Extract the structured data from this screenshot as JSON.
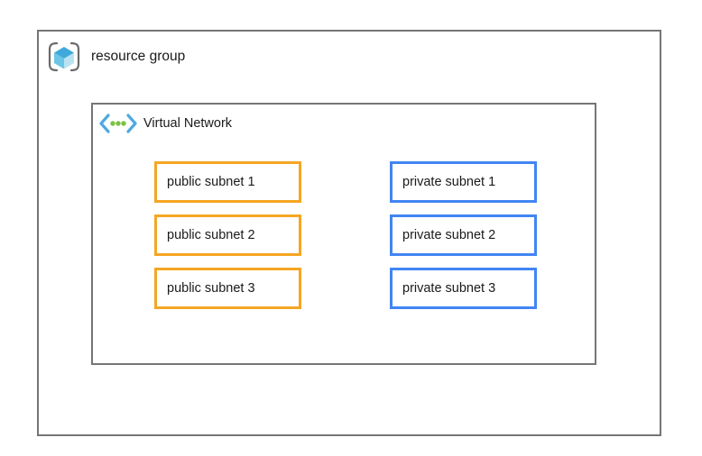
{
  "diagram": {
    "background": "#ffffff",
    "resource_group": {
      "label": "resource group",
      "icon": "resource-group-cube-icon",
      "border_color": "#757575",
      "virtual_network": {
        "label": "Virtual Network",
        "icon": "virtual-network-chevron-dots-icon",
        "border_color": "#757575",
        "subnet_rows": [
          {
            "public": {
              "label": "public subnet 1",
              "border_color": "#F5A623"
            },
            "private": {
              "label": "private subnet 1",
              "border_color": "#4285F4"
            }
          },
          {
            "public": {
              "label": "public subnet 2",
              "border_color": "#F5A623"
            },
            "private": {
              "label": "private subnet 2",
              "border_color": "#4285F4"
            }
          },
          {
            "public": {
              "label": "public subnet 3",
              "border_color": "#F5A623"
            },
            "private": {
              "label": "private subnet 3",
              "border_color": "#4285F4"
            }
          }
        ]
      }
    }
  }
}
